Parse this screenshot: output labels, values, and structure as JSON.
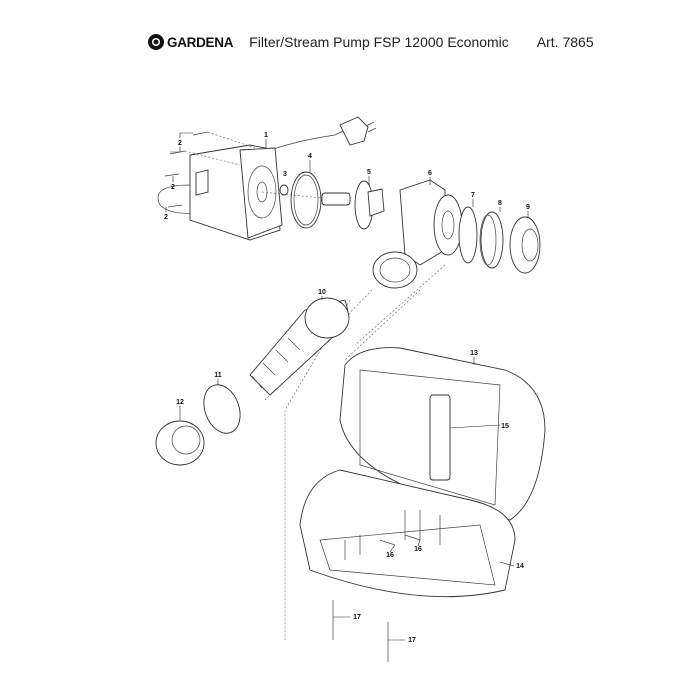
{
  "header": {
    "brand": "GARDENA",
    "title": "Filter/Stream Pump FSP 12000 Economic",
    "article": "Art. 7865"
  },
  "parts": {
    "p1": "1",
    "p2a": "2",
    "p2b": "2",
    "p2c": "2",
    "p3": "3",
    "p4": "4",
    "p5": "5",
    "p6": "6",
    "p7": "7",
    "p8": "8",
    "p9": "9",
    "p10": "10",
    "p11": "11",
    "p12": "12",
    "p13": "13",
    "p14": "14",
    "p15": "15",
    "p16a": "16",
    "p16b": "16",
    "p17a": "17",
    "p17b": "17"
  }
}
